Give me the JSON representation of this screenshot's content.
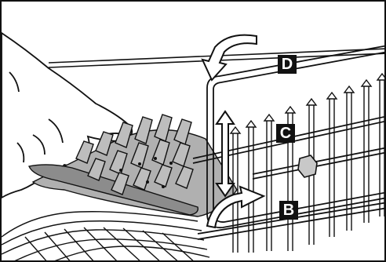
{
  "callouts": {
    "d": "D",
    "c": "C",
    "b": "B"
  },
  "colors": {
    "line": "#111111",
    "fold_flap": "#b0b0b0",
    "fold_flap_dark": "#8c8c8c",
    "arrow_fill": "#ffffff",
    "label_bg": "#111111",
    "label_text": "#ffffff"
  }
}
